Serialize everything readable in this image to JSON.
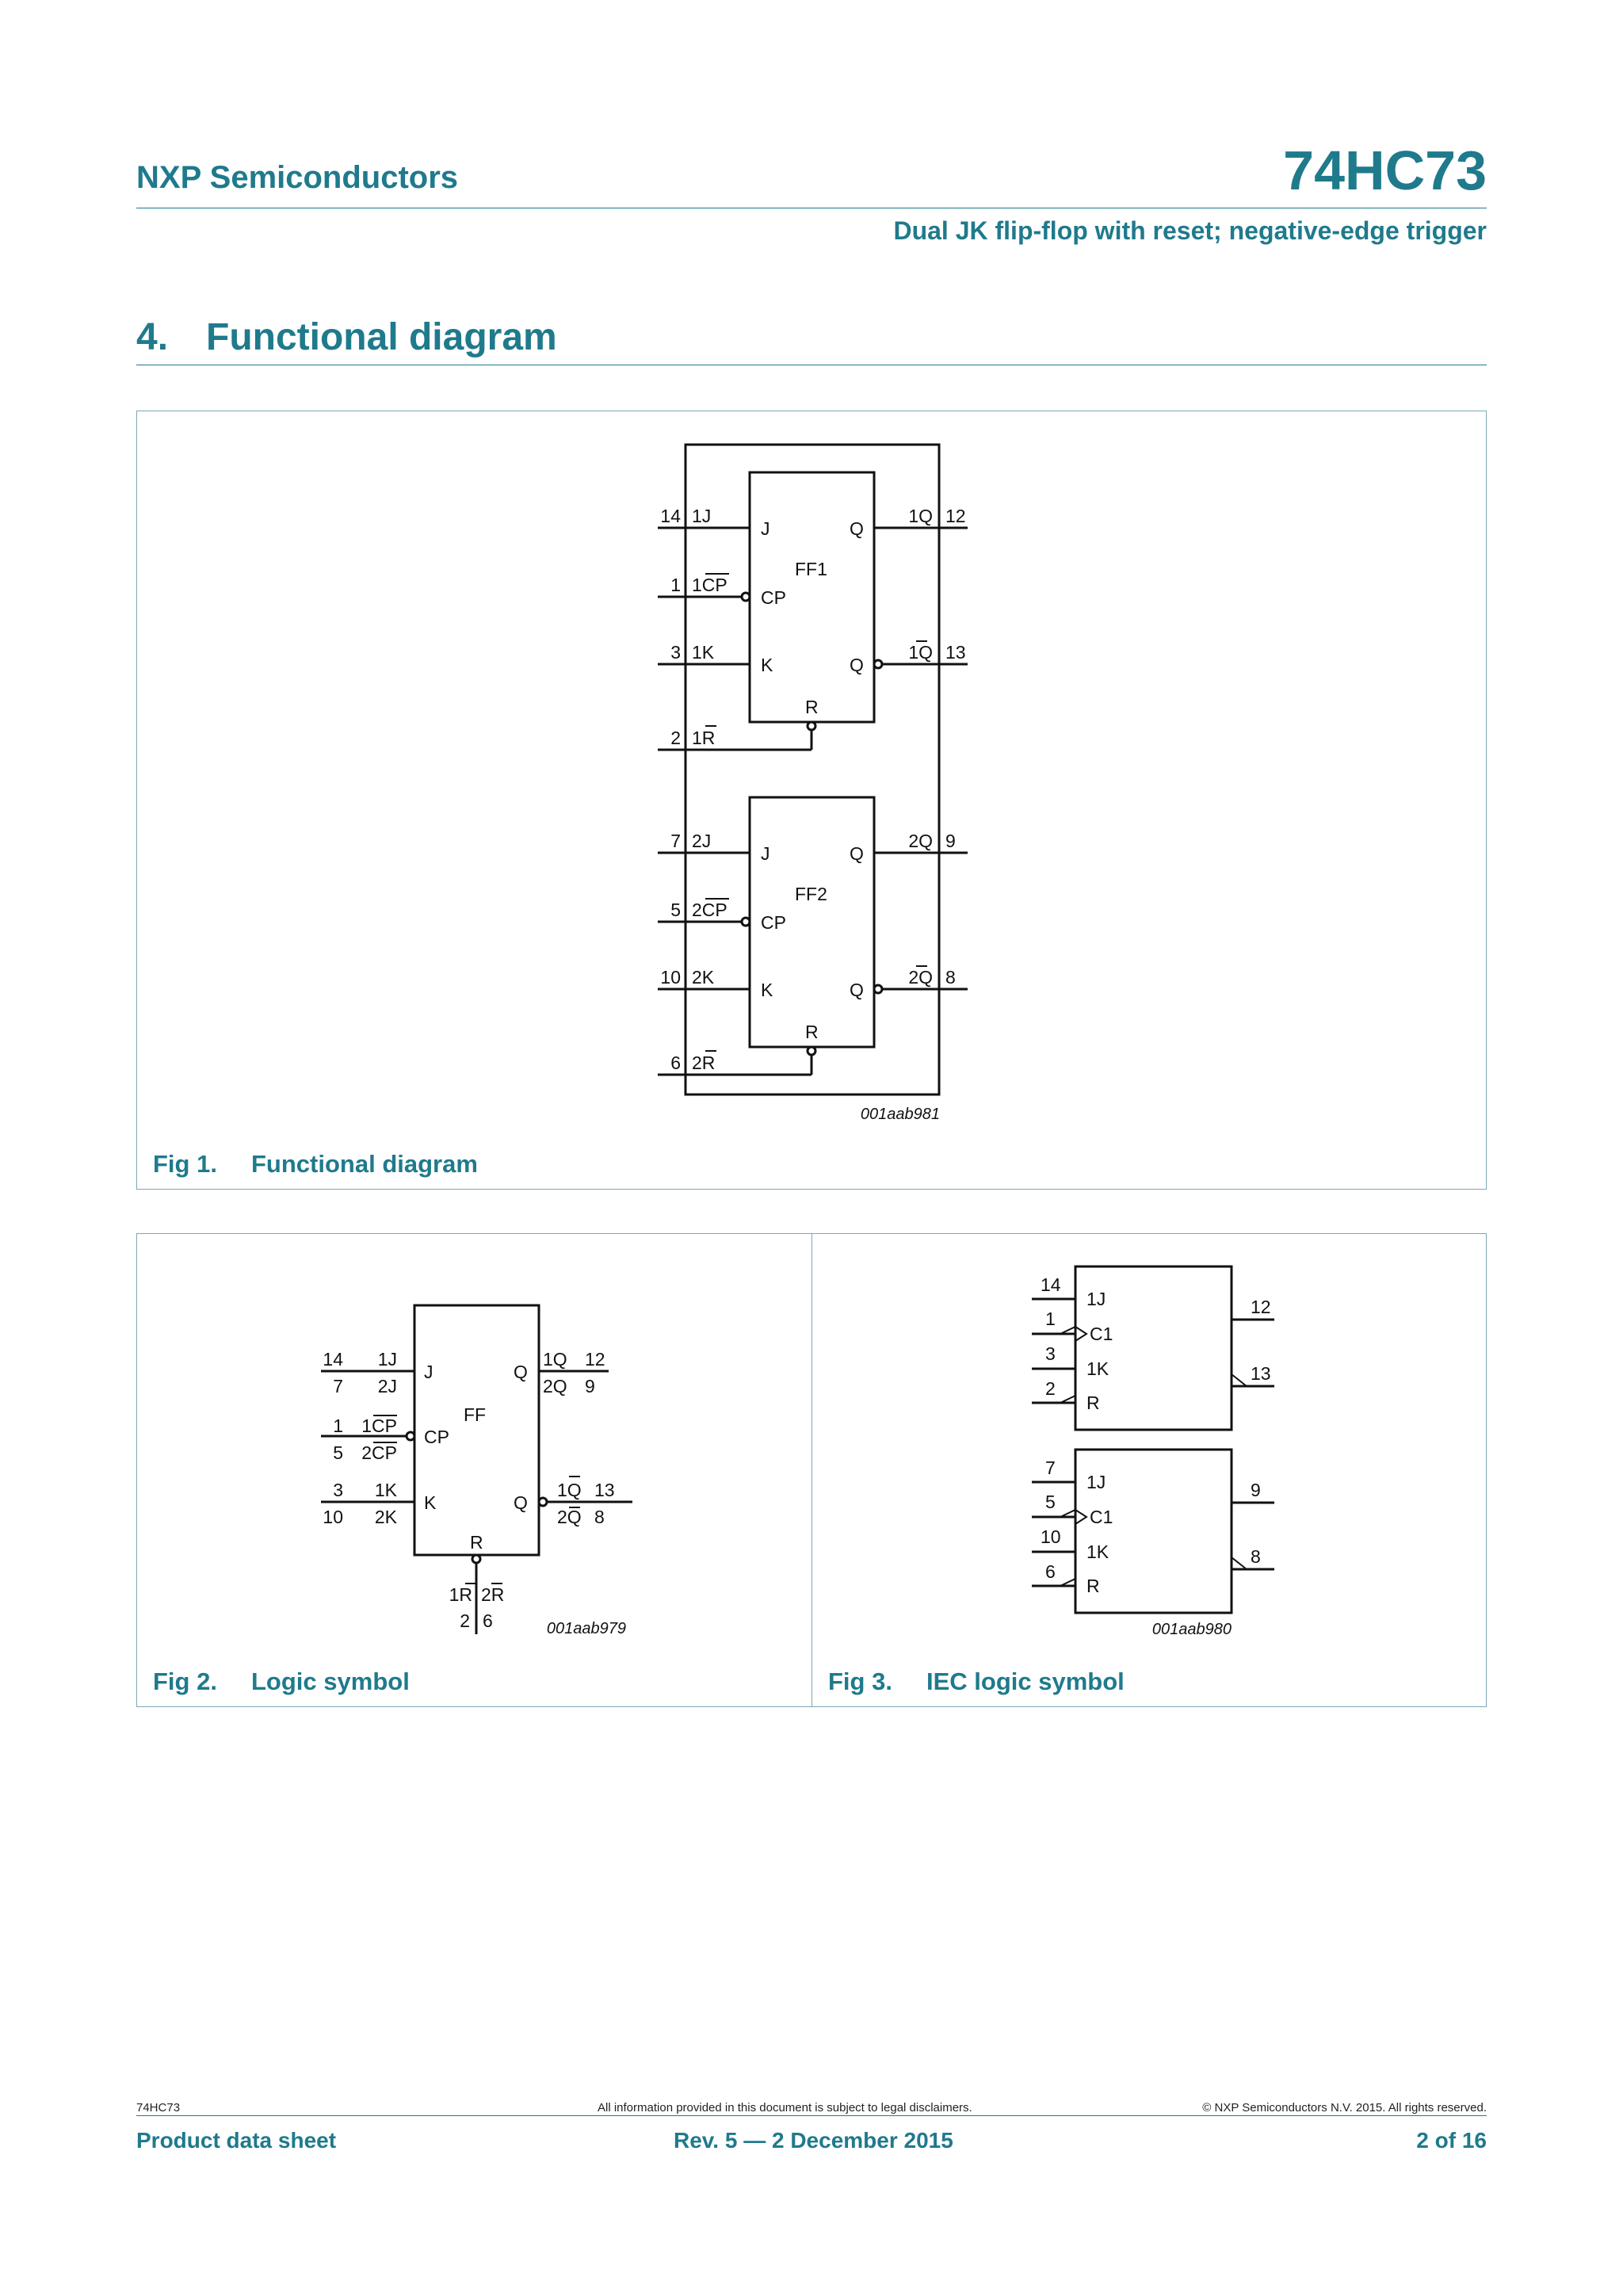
{
  "header": {
    "company": "NXP Semiconductors",
    "part_number": "74HC73",
    "subtitle": "Dual JK flip-flop with reset; negative-edge trigger"
  },
  "section": {
    "number": "4.",
    "title": "Functional diagram"
  },
  "fig1": {
    "ref": "001aab981",
    "caption_num": "Fig 1.",
    "caption_title": "Functional diagram",
    "ff1": {
      "name": "FF1",
      "j": "J",
      "cp": "CP",
      "k": "K",
      "q": "Q",
      "qn": "Q",
      "r": "R",
      "pins_left": [
        {
          "num": "14",
          "label": "1J"
        },
        {
          "num": "1",
          "label": "1CP"
        },
        {
          "num": "3",
          "label": "1K"
        },
        {
          "num": "2",
          "label": "1R"
        }
      ],
      "pins_right": [
        {
          "num": "12",
          "label": "1Q"
        },
        {
          "num": "13",
          "label": "1Q"
        }
      ]
    },
    "ff2": {
      "name": "FF2",
      "j": "J",
      "cp": "CP",
      "k": "K",
      "q": "Q",
      "qn": "Q",
      "r": "R",
      "pins_left": [
        {
          "num": "7",
          "label": "2J"
        },
        {
          "num": "5",
          "label": "2CP"
        },
        {
          "num": "10",
          "label": "2K"
        },
        {
          "num": "6",
          "label": "2R"
        }
      ],
      "pins_right": [
        {
          "num": "9",
          "label": "2Q"
        },
        {
          "num": "8",
          "label": "2Q"
        }
      ]
    }
  },
  "fig2": {
    "ref": "001aab979",
    "caption_num": "Fig 2.",
    "caption_title": "Logic symbol",
    "ff": "FF",
    "j": "J",
    "cp": "CP",
    "k": "K",
    "q": "Q",
    "qn": "Q",
    "r": "R",
    "left_rows": [
      {
        "num1": "14",
        "lab1": "1J",
        "num2": "7",
        "lab2": "2J"
      },
      {
        "num1": "1",
        "lab1": "1CP",
        "num2": "5",
        "lab2": "2CP"
      },
      {
        "num1": "3",
        "lab1": "1K",
        "num2": "10",
        "lab2": "2K"
      }
    ],
    "right_rows": [
      {
        "lab1": "1Q",
        "num1": "12",
        "lab2": "2Q",
        "num2": "9"
      },
      {
        "lab1": "1Q",
        "num1": "13",
        "lab2": "2Q",
        "num2": "8"
      }
    ],
    "reset": {
      "lab1": "1R",
      "lab2": "2R",
      "num1": "2",
      "num2": "6"
    }
  },
  "fig3": {
    "ref": "001aab980",
    "caption_num": "Fig 3.",
    "caption_title": "IEC logic symbol",
    "block1": {
      "inputs": [
        {
          "num": "14",
          "label": "1J"
        },
        {
          "num": "1",
          "label": "C1"
        },
        {
          "num": "3",
          "label": "1K"
        },
        {
          "num": "2",
          "label": "R"
        }
      ],
      "outputs": [
        "12",
        "13"
      ]
    },
    "block2": {
      "inputs": [
        {
          "num": "7",
          "label": "1J"
        },
        {
          "num": "5",
          "label": "C1"
        },
        {
          "num": "10",
          "label": "1K"
        },
        {
          "num": "6",
          "label": "R"
        }
      ],
      "outputs": [
        "9",
        "8"
      ]
    }
  },
  "footer": {
    "doc_id": "74HC73",
    "disclaimer": "All information provided in this document is subject to legal disclaimers.",
    "copyright": "© NXP Semiconductors N.V. 2015. All rights reserved.",
    "doc_type": "Product data sheet",
    "revision": "Rev. 5 — 2 December 2015",
    "page": "2 of 16"
  }
}
